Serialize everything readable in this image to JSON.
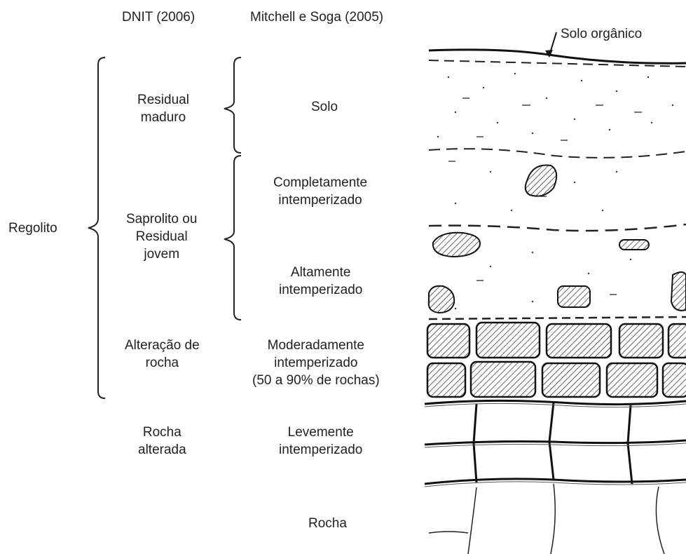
{
  "headers": {
    "dnit": "DNIT (2006)",
    "mitchell": "Mitchell e Soga (2005)"
  },
  "profile_label": "Solo orgânico",
  "regolito": "Regolito",
  "dnit_classes": {
    "residual_maduro": [
      "Residual",
      "maduro"
    ],
    "saprolito": [
      "Saprolito ou",
      "Residual",
      "jovem"
    ],
    "alteracao_rocha": [
      "Alteração de",
      "rocha"
    ],
    "rocha_alterada": [
      "Rocha",
      "alterada"
    ]
  },
  "mitchell_classes": {
    "solo": "Solo",
    "completamente": [
      "Completamente",
      "intemperizado"
    ],
    "altamente": [
      "Altamente",
      "intemperizado"
    ],
    "moderadamente": [
      "Moderadamente",
      "intemperizado",
      "(50 a 90% de rochas)"
    ],
    "levemente": [
      "Levemente",
      "intemperizado"
    ],
    "rocha": "Rocha"
  }
}
